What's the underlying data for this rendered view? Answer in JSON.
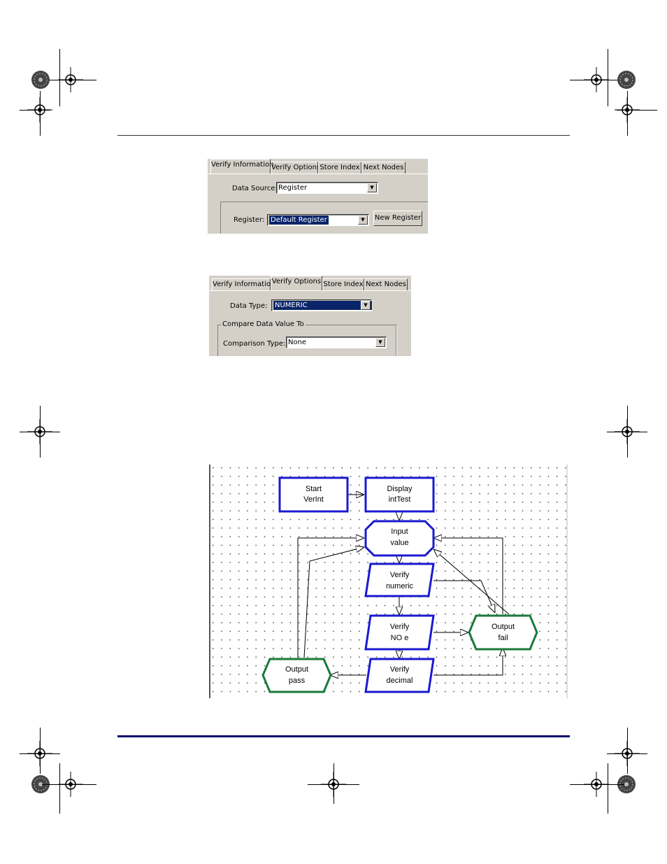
{
  "dialog1": {
    "tabs": [
      "Verify Information",
      "Verify Options",
      "Store Index",
      "Next Nodes"
    ],
    "active_tab": "Verify Information",
    "data_source_label": "Data Source:",
    "data_source_value": "Register",
    "register_label": "Register:",
    "register_value": "Default Register",
    "new_register_button": "New Register"
  },
  "dialog2": {
    "tabs": [
      "Verify Information",
      "Verify Options",
      "Store Index",
      "Next Nodes"
    ],
    "active_tab": "Verify Options",
    "data_type_label": "Data Type:",
    "data_type_value": "NUMERIC",
    "group_label": "Compare Data Value To",
    "comparison_type_label": "Comparison Type:",
    "comparison_type_value": "None"
  },
  "flowchart": {
    "nodes": {
      "start": [
        "Start",
        "VerInt"
      ],
      "display": [
        "Display",
        "intTest"
      ],
      "input": [
        "Input",
        "value"
      ],
      "verify_numeric": [
        "Verify",
        "numeric"
      ],
      "verify_noe": [
        "Verify",
        "NO e"
      ],
      "verify_decimal": [
        "Verify",
        "decimal"
      ],
      "output_fail": [
        "Output",
        "fail"
      ],
      "output_pass": [
        "Output",
        "pass"
      ]
    },
    "colors": {
      "process": "#1a1ad0",
      "output": "#1a7a3a",
      "grid_dot": "#333333"
    }
  }
}
